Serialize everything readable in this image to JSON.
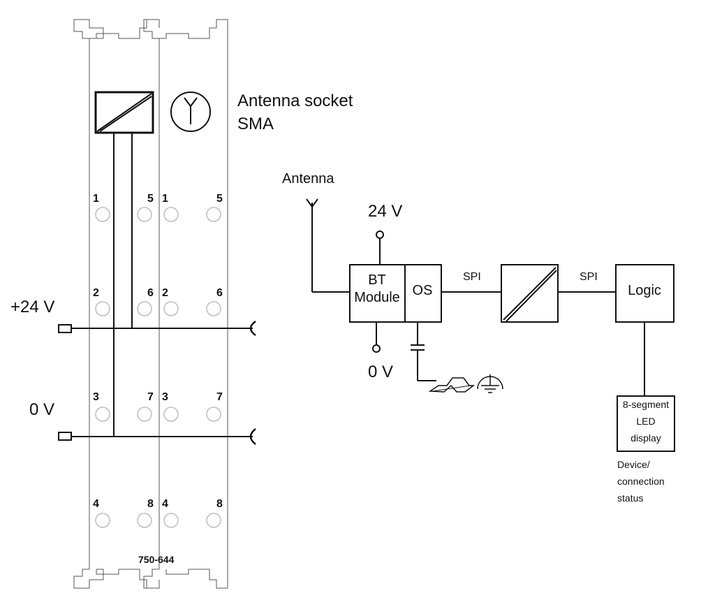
{
  "terminal": {
    "label_plus24": "+24 V",
    "label_0v": "0 V",
    "module_number": "750-644",
    "pins_left": [
      "1",
      "5",
      "2",
      "6",
      "3",
      "7",
      "4",
      "8"
    ],
    "pins_right": [
      "1",
      "5",
      "2",
      "6",
      "3",
      "7",
      "4",
      "8"
    ],
    "antenna_socket_label": [
      "Antenna socket",
      "SMA"
    ]
  },
  "schematic": {
    "antenna_label": "Antenna",
    "supply_top": "24 V",
    "supply_bottom": "0 V",
    "bt_module_label": [
      "BT",
      "Module"
    ],
    "os_label": "OS",
    "spi_left": "SPI",
    "spi_right": "SPI",
    "logic_label": "Logic",
    "led_display_label": [
      "8-segment",
      "LED",
      "display"
    ],
    "status_label": [
      "Device/",
      "connection",
      "status"
    ]
  }
}
